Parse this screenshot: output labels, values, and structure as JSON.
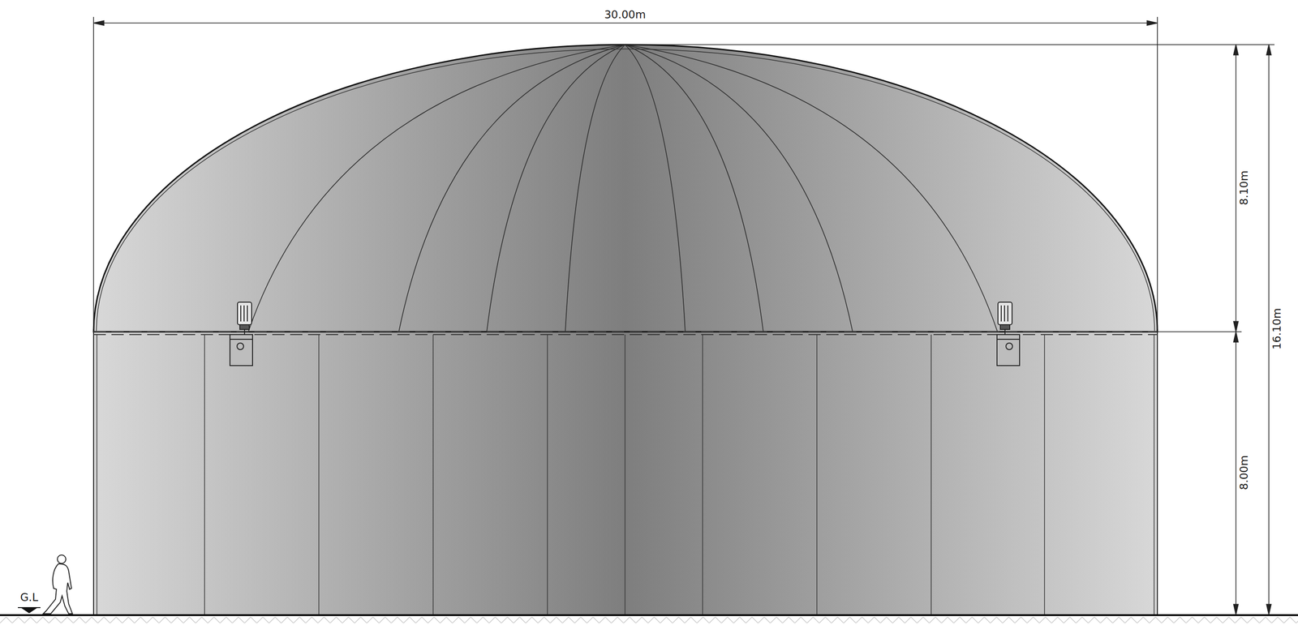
{
  "diagram": {
    "labels": [
      "30.00m",
      "8.10m",
      "16.10m",
      "8.00m",
      "G.L"
    ]
  }
}
